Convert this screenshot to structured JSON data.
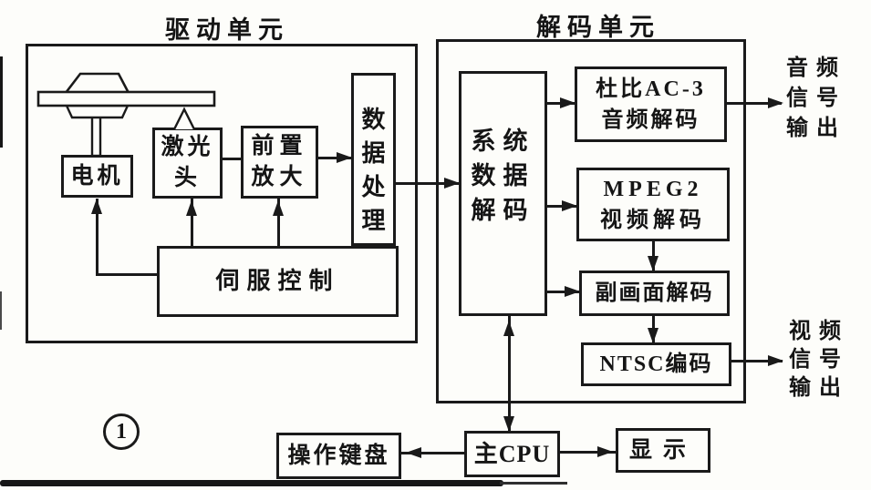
{
  "figure_number": "1",
  "drive_unit": {
    "title": "驱动单元",
    "motor": "电机",
    "laser_head": [
      "激光",
      "头"
    ],
    "preamp": [
      "前置",
      "放大"
    ],
    "data_processing": [
      "数",
      "据",
      "处",
      "理"
    ],
    "servo": "伺服控制"
  },
  "decode_unit": {
    "title": "解码单元",
    "system_decode": [
      "系统",
      "数据",
      "解码"
    ],
    "dolby": [
      "杜比AC-3",
      "音频解码"
    ],
    "mpeg": [
      "MPEG2",
      "视频解码"
    ],
    "subpicture": "副画面解码",
    "ntsc": "NTSC编码"
  },
  "outputs": {
    "audio": [
      "音频",
      "信号",
      "输出"
    ],
    "video": [
      "视频",
      "信号",
      "输出"
    ]
  },
  "peripherals": {
    "keyboard": "操作键盘",
    "cpu": "主CPU",
    "display": "显示"
  },
  "colors": {
    "ink": "#1a1a1a",
    "paper": "#fdfdfa"
  }
}
